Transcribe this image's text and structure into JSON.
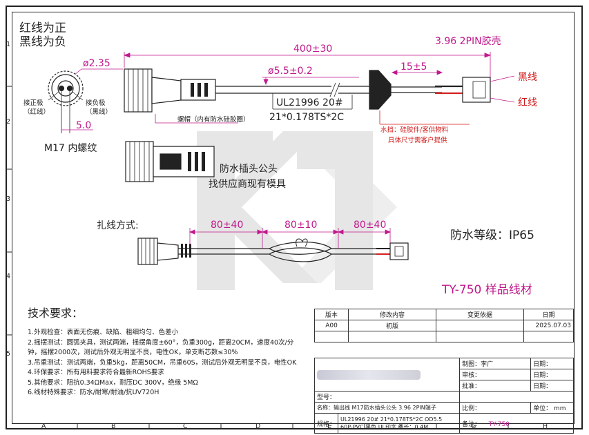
{
  "header": {
    "polarity_line1": "红线为正",
    "polarity_line2": "黑线为负",
    "housing": "3.96 2PIN胶壳"
  },
  "dimensions": {
    "outer_diameter": "ø2.35",
    "pin_pitch": "5.0",
    "total_length": "400±30",
    "cable_diameter": "ø5.5±0.2",
    "strip_length": "15±5",
    "bundle_a": "80±40",
    "bundle_b": "80±10",
    "bundle_c": "80±40"
  },
  "labels": {
    "positive_pole": "接正极",
    "positive_pole_sub": "（红线）",
    "negative_pole": "接负极",
    "negative_pole_sub": "（黑线）",
    "thread": "M17 内螺纹",
    "cap_note": "螺帽（内有防水硅胶圈）",
    "cable_spec_line1": "UL21996 20#",
    "cable_spec_line2": "21*0.178TS*2C",
    "black_wire": "黑线",
    "red_wire": "红线",
    "water_stop_line1": "水挡：硅胶件/客供物料",
    "water_stop_line2": "具体尺寸需客户提供",
    "plug_line1": "防水插头公头",
    "plug_line2": "找供应商现有模具",
    "tie_method": "扎线方式:",
    "ip_rating": "防水等级：IP65",
    "sample_title": "TY-750 样品线材"
  },
  "requirements": {
    "title": "技术要求：",
    "items": [
      "1.外观检查：表面无伤痕、缺陷、粗细均匀、色差小",
      "2.摇摆测试：圆弧夹具，测试两端，摇摆角度±60°，负重300g，距离20CM，速度40次/分钟，摇摆2000次，测试后外观无明显不良，电性OK，单支断芯数≤30%",
      "3.吊重测试：测试两端，负重5kg，距离50CM，吊重60S，测试后外观无明显不良，电性OK",
      "4.环保要求：所有用料要求符合最新ROHS要求",
      "5.其他要求：阻抗0.34ΩMax，耐压DC 300V，绝缘 5MΩ",
      "6.线材特殊要求：防水/耐寒/耐油/抗UV720H"
    ]
  },
  "revision_table": {
    "headers": [
      "版本",
      "修改内容",
      "变更依据",
      "日期"
    ],
    "row": [
      "A00",
      "初版",
      "",
      "2025.07.03"
    ]
  },
  "title_block": {
    "drawn_label": "制图：李广",
    "checked_label": "审核：",
    "approved_label": "批准：",
    "date_label": "日期：",
    "model_label": "型号：",
    "name_label": "名称：输出线 M17防水插头公头 3.96 2PIN端子",
    "scale_label": "比例：",
    "unit_label": "单位：",
    "unit_value": "mm",
    "spec_label": "规格：",
    "spec_line1": "UL21996 20# 21*0.178TS*2C OD5.5",
    "spec_line2": "60P-PVC 黑色 UL印字 线长：0.4M",
    "remark_label": "备注：",
    "remark_value": "TY-750"
  },
  "grid": {
    "columns": [
      "A",
      "B",
      "C",
      "D",
      "E",
      "F",
      "G",
      "H"
    ],
    "rows": [
      "1",
      "2",
      "3",
      "4",
      "5"
    ]
  },
  "colors": {
    "dimension": "#c0188c",
    "note": "#d01818",
    "line": "#222222",
    "red_wire": "#d42020",
    "watermark": "#d8d8d8"
  }
}
